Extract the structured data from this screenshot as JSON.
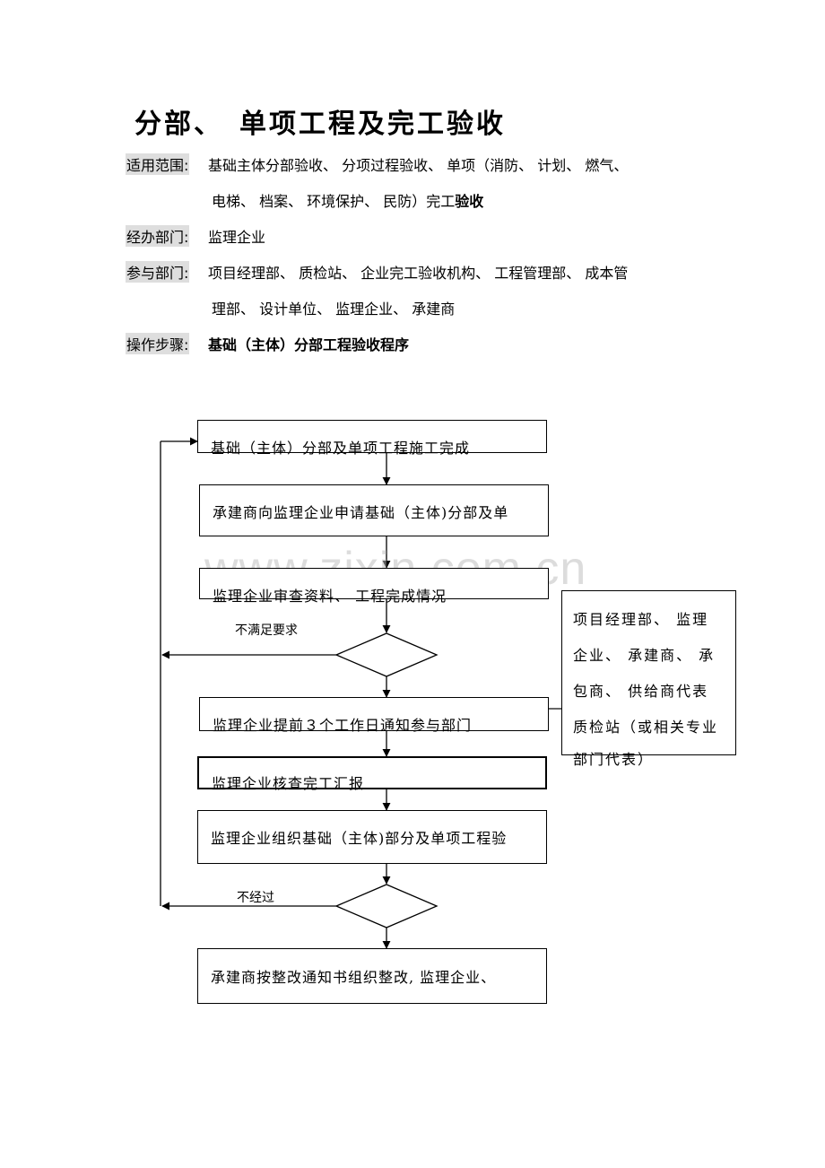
{
  "title": "分部、　单项工程及完工验收",
  "fields": {
    "scope_label": "适用范围:",
    "scope_line1": "基础主体分部验收、 分项过程验收、 单项（消防、 计划、 燃气、",
    "scope_line2_normal": "电梯、 档案、 环境保护、 民防）完工",
    "scope_line2_bold": "验收",
    "dept_label": "经办部门:",
    "dept_value": "监理企业",
    "part_label": "参与部门:",
    "part_line1": "项目经理部、 质检站、 企业完工验收机构、 工程管理部、 成本管",
    "part_line2": "理部、 设计单位、 监理企业、 承建商",
    "steps_label": "操作步骤:",
    "steps_value": "基础（主体）分部工程验收程序"
  },
  "flow": {
    "box1": "基础（主体）分部及单项工程施工完成",
    "box2": "承建商向监理企业申请基础（主体)分部及单",
    "box3": "监理企业审查资料、 工程完成情况",
    "decision1_label": "不满足要求",
    "box4": "监理企业提前３个工作日通知参与部门",
    "box5": "监理企业核查完工汇报",
    "box6": "监理企业组织基础（主体)部分及单项工程验",
    "decision2_label": "不经过",
    "box7": "承建商按整改通知书组织整改, 监理企业、"
  },
  "side_note": {
    "line1": "项目经理部、 监理",
    "line2": "企业、 承建商、 承",
    "line3": "包商、 供给商代表",
    "line4": "质检站（或相关专业",
    "line5": "部门代表）"
  },
  "watermark": "www.zixin.com.cn"
}
